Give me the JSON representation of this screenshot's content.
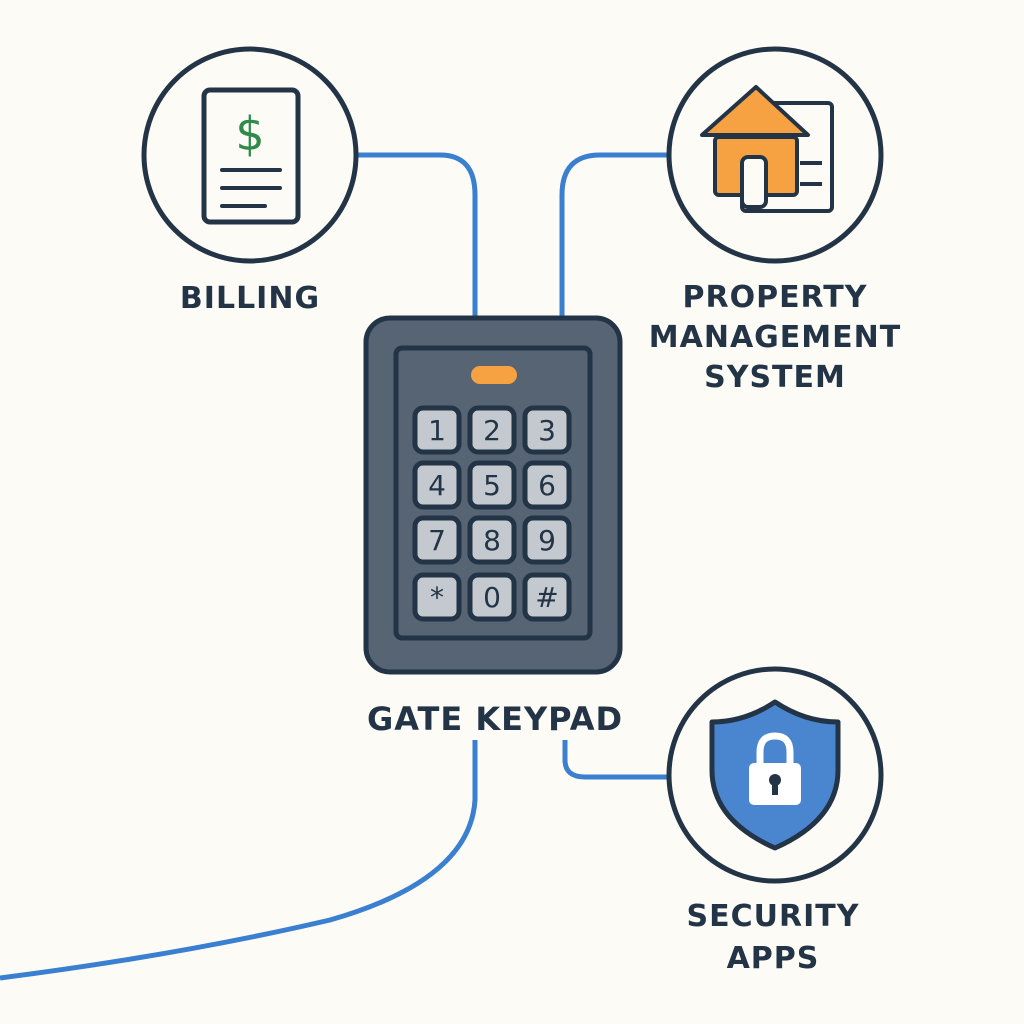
{
  "nodes": {
    "billing": {
      "label": "BILLING",
      "icon": "invoice-dollar-icon",
      "symbol": "$"
    },
    "property": {
      "label_lines": [
        "PROPERTY",
        "MANAGEMENT",
        "SYSTEM"
      ],
      "icon": "house-document-icon"
    },
    "security": {
      "label_lines": [
        "SECURITY",
        "APPS"
      ],
      "icon": "shield-lock-icon"
    },
    "keypad": {
      "label": "GATE KEYPAD",
      "keys": [
        "1",
        "2",
        "3",
        "4",
        "5",
        "6",
        "7",
        "8",
        "9",
        "*",
        "0",
        "#"
      ]
    }
  },
  "colors": {
    "background": "#fcfbf6",
    "outline": "#233447",
    "connector": "#3a7fd0",
    "accent_orange": "#f6a243",
    "shield_blue": "#4a86d0",
    "keypad_body": "#566474",
    "key_face": "#c3c9cf",
    "dollar_green": "#2e8b4a"
  }
}
